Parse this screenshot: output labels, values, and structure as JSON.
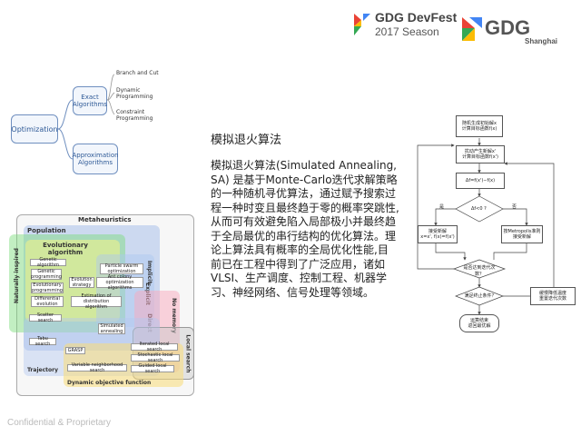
{
  "header": {
    "event_title": "GDG DevFest",
    "event_season": "2017 Season",
    "chapter_logo": "GDG",
    "chapter_city": "Shanghai"
  },
  "tree": {
    "root": "Optimization",
    "exact": "Exact Algorithms",
    "approx": "Approximation Algorithms",
    "exact_children": [
      "Branch and Cut",
      "Dynamic Programming",
      "Constraint Programming"
    ]
  },
  "euler": {
    "title": "Metaheuristics",
    "population": "Population",
    "evolutionary": "Evolutionary algorithm",
    "nature": "Naturally inspired",
    "implicit": "Implicit",
    "explicit": "Explicit",
    "direct": "Direct",
    "no_memory": "No memory",
    "local_search": "Local search",
    "trajectory": "Trajectory",
    "dynamic": "Dynamic objective function",
    "algorithms": {
      "genetic_algorithm": "Genetic algorithm",
      "genetic_programming": "Genetic programming",
      "evolutionary_programming": "Evolutionary programming",
      "differential_evolution": "Differential evolution",
      "particle_swarm": "Particle swarm optimization",
      "evolution_strategy": "Evolution strategy",
      "ant_colony": "Ant colony optimization algorithms",
      "estimation": "Estimation of distribution algorithm",
      "scatter_search": "Scatter search",
      "simulated_annealing": "Simulated annealing",
      "tabu_search": "Tabu search",
      "grasp": "GRASP",
      "iterated_local": "Iterated local search",
      "stochastic_local": "Stochastic local search",
      "variable_neighborhood": "Variable neighborhood search",
      "guided_local": "Guided local search"
    }
  },
  "article": {
    "heading": "模拟退火算法",
    "lines": [
      "模拟退火算法(Simulated Annealing,",
      "SA) 是基于Monte-Carlo迭代求解策略",
      "的一种随机寻优算法，通过赋予搜索过",
      "程一种时变且最终趋于零的概率突跳性,",
      "从而可有效避免陷入局部极小并最终趋",
      "于全局最优的串行结构的优化算法。理",
      "论上算法具有概率的全局优化性能,目",
      "前已在工程中得到了广泛应用，诸如",
      "VLSI、生产调度、控制工程、机器学",
      "习、神经网络、信号处理等领域。"
    ]
  },
  "flowchart": {
    "init": "随机生成初始解x\n计算目标函数f(x)",
    "perturb": "扰动产生新解x'\n计算目标函数f(x')",
    "delta": "Δf=f(x')−f(x)",
    "decision": "Δf<0 ?",
    "yes": "是",
    "no": "否",
    "accept": "接受新解\nx=x', f(x)=f(x')",
    "metropolis": "按Metropolis准则接受新解",
    "iter_check": "是否达到迭代次数？",
    "stop_check": "满足终止条件？",
    "cool": "缓慢降低温度\n重置迭代次数",
    "output": "运算结束\n返回最优解"
  },
  "footer": {
    "text": "Confidential & Proprietary"
  }
}
